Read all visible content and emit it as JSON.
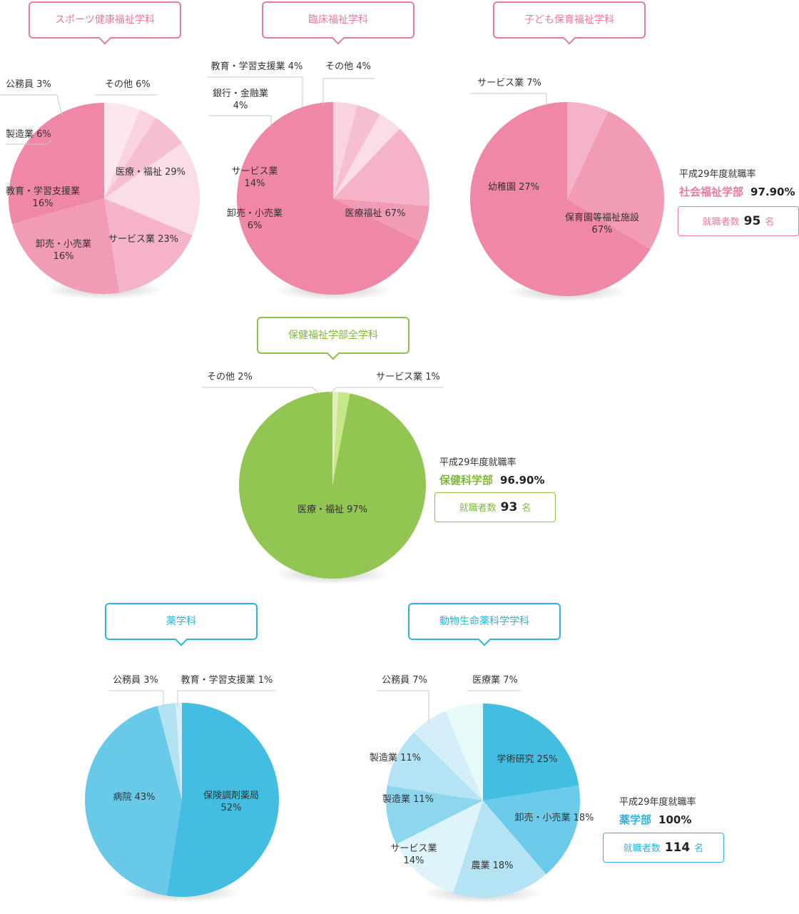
{
  "colors": {
    "pink": "#e87a9e",
    "green": "#8bc34a",
    "blue": "#2eb4dc"
  },
  "info_blocks": {
    "social": {
      "caption": "平成29年度就職率",
      "faculty": "社会福祉学部",
      "rate": "97.90%",
      "employed_label": "就職者数",
      "employed_count": "95",
      "employed_unit": "名"
    },
    "health": {
      "caption": "平成29年度就職率",
      "faculty": "保健科学部",
      "rate": "96.90%",
      "employed_label": "就職者数",
      "employed_count": "93",
      "employed_unit": "名"
    },
    "pharmacy": {
      "caption": "平成29年度就職率",
      "faculty": "薬学部",
      "rate": "100%",
      "employed_label": "就職者数",
      "employed_count": "114",
      "employed_unit": "名"
    }
  },
  "chart_data": [
    {
      "type": "pie",
      "title": "スポーツ健康福祉学科",
      "slices": [
        {
          "name": "医療・福祉",
          "value": 29,
          "color": "#ee88a6"
        },
        {
          "name": "サービス業",
          "value": 23,
          "color": "#f19bb5"
        },
        {
          "name": "卸売・小売業",
          "value": 16,
          "color": "#f4b3c6"
        },
        {
          "name": "教育・学習支援業",
          "value": 16,
          "color": "#fadde7"
        },
        {
          "name": "製造業",
          "value": 6,
          "color": "#f6bfd0"
        },
        {
          "name": "公務員",
          "value": 3,
          "color": "#f9d3df"
        },
        {
          "name": "その他",
          "value": 6,
          "color": "#fde7ee"
        }
      ],
      "labels": [
        {
          "text": [
            "医療・福祉 29%"
          ]
        },
        {
          "text": [
            "サービス業 23%"
          ]
        },
        {
          "text": [
            "卸売・小売業",
            "16%"
          ]
        },
        {
          "text": [
            "教育・学習支援業",
            "16%"
          ]
        },
        {
          "text": [
            "製造業 6%"
          ]
        },
        {
          "text": [
            "公務員 3%"
          ]
        },
        {
          "text": [
            "その他 6%"
          ]
        }
      ]
    },
    {
      "type": "pie",
      "title": "臨床福祉学科",
      "slices": [
        {
          "name": "医療福祉",
          "value": 67,
          "color": "#ee88a6"
        },
        {
          "name": "卸売・小売業",
          "value": 6,
          "color": "#f19bb5"
        },
        {
          "name": "サービス業",
          "value": 14,
          "color": "#f4b3c6"
        },
        {
          "name": "銀行・金融業",
          "value": 4,
          "color": "#fadde7"
        },
        {
          "name": "教育・学習支援業",
          "value": 4,
          "color": "#f6bfd0"
        },
        {
          "name": "その他",
          "value": 4,
          "color": "#f9d3df"
        }
      ],
      "labels": [
        {
          "text": [
            "医療福祉 67%"
          ]
        },
        {
          "text": [
            "卸売・小売業",
            "6%"
          ]
        },
        {
          "text": [
            "サービス業",
            "14%"
          ]
        },
        {
          "text": [
            "銀行・金融業",
            "4%"
          ]
        },
        {
          "text": [
            "教育・学習支援業 4%"
          ]
        },
        {
          "text": [
            "その他 4%"
          ]
        }
      ]
    },
    {
      "type": "pie",
      "title": "子ども保育福祉学科",
      "slices": [
        {
          "name": "保育園等福祉施設",
          "value": 67,
          "color": "#ee88a6"
        },
        {
          "name": "幼稚園",
          "value": 27,
          "color": "#f19bb5"
        },
        {
          "name": "サービス業",
          "value": 7,
          "color": "#f4b3c6"
        }
      ],
      "labels": [
        {
          "text": [
            "保育園等福祉施設",
            "67%"
          ]
        },
        {
          "text": [
            "幼稚園 27%"
          ]
        },
        {
          "text": [
            "サービス業 7%"
          ]
        }
      ]
    },
    {
      "type": "pie",
      "title": "保健福祉学部全学科",
      "slices": [
        {
          "name": "医療・福祉",
          "value": 97,
          "color": "#93c553"
        },
        {
          "name": "その他",
          "value": 2,
          "color": "#c6e68a"
        },
        {
          "name": "サービス業",
          "value": 1,
          "color": "#dff0b8"
        }
      ],
      "labels": [
        {
          "text": [
            "医療・福祉 97%"
          ]
        },
        {
          "text": [
            "その他 2%"
          ]
        },
        {
          "text": [
            "サービス業 1%"
          ]
        }
      ]
    },
    {
      "type": "pie",
      "title": "薬学科",
      "slices": [
        {
          "name": "保険調剤薬局",
          "value": 52,
          "color": "#43bde2"
        },
        {
          "name": "病院",
          "value": 43,
          "color": "#68c9e9"
        },
        {
          "name": "公務員",
          "value": 3,
          "color": "#b3e2f3"
        },
        {
          "name": "教育・学習支援業",
          "value": 1,
          "color": "#d9f1f9"
        }
      ],
      "labels": [
        {
          "text": [
            "保険調剤薬局",
            "52%"
          ]
        },
        {
          "text": [
            "病院 43%"
          ]
        },
        {
          "text": [
            "公務員 3%"
          ]
        },
        {
          "text": [
            "教育・学習支援業 1%"
          ]
        }
      ]
    },
    {
      "type": "pie",
      "title": "動物生命薬科学学科",
      "slices": [
        {
          "name": "学術研究",
          "value": 25,
          "color": "#43bde2"
        },
        {
          "name": "卸売・小売業",
          "value": 18,
          "color": "#6ccbea"
        },
        {
          "name": "農業",
          "value": 18,
          "color": "#b4e3f4"
        },
        {
          "name": "サービス業",
          "value": 14,
          "color": "#def3fa"
        },
        {
          "name": "製造業",
          "value": 11,
          "color": "#8ed6ee"
        },
        {
          "name": "製造業",
          "value": 11,
          "color": "#b4e3f4"
        },
        {
          "name": "公務員",
          "value": 7,
          "color": "#d4eff9"
        },
        {
          "name": "医療業",
          "value": 7,
          "color": "#e6fbf7"
        }
      ],
      "labels": [
        {
          "text": [
            "学術研究 25%"
          ]
        },
        {
          "text": [
            "卸売・小売業 18%"
          ]
        },
        {
          "text": [
            "農業 18%"
          ]
        },
        {
          "text": [
            "サービス業",
            "14%"
          ]
        },
        {
          "text": [
            "製造業 11%"
          ]
        },
        {
          "text": [
            "製造業 11%"
          ]
        },
        {
          "text": [
            "公務員 7%"
          ]
        },
        {
          "text": [
            "医療業 7%"
          ]
        }
      ]
    }
  ]
}
